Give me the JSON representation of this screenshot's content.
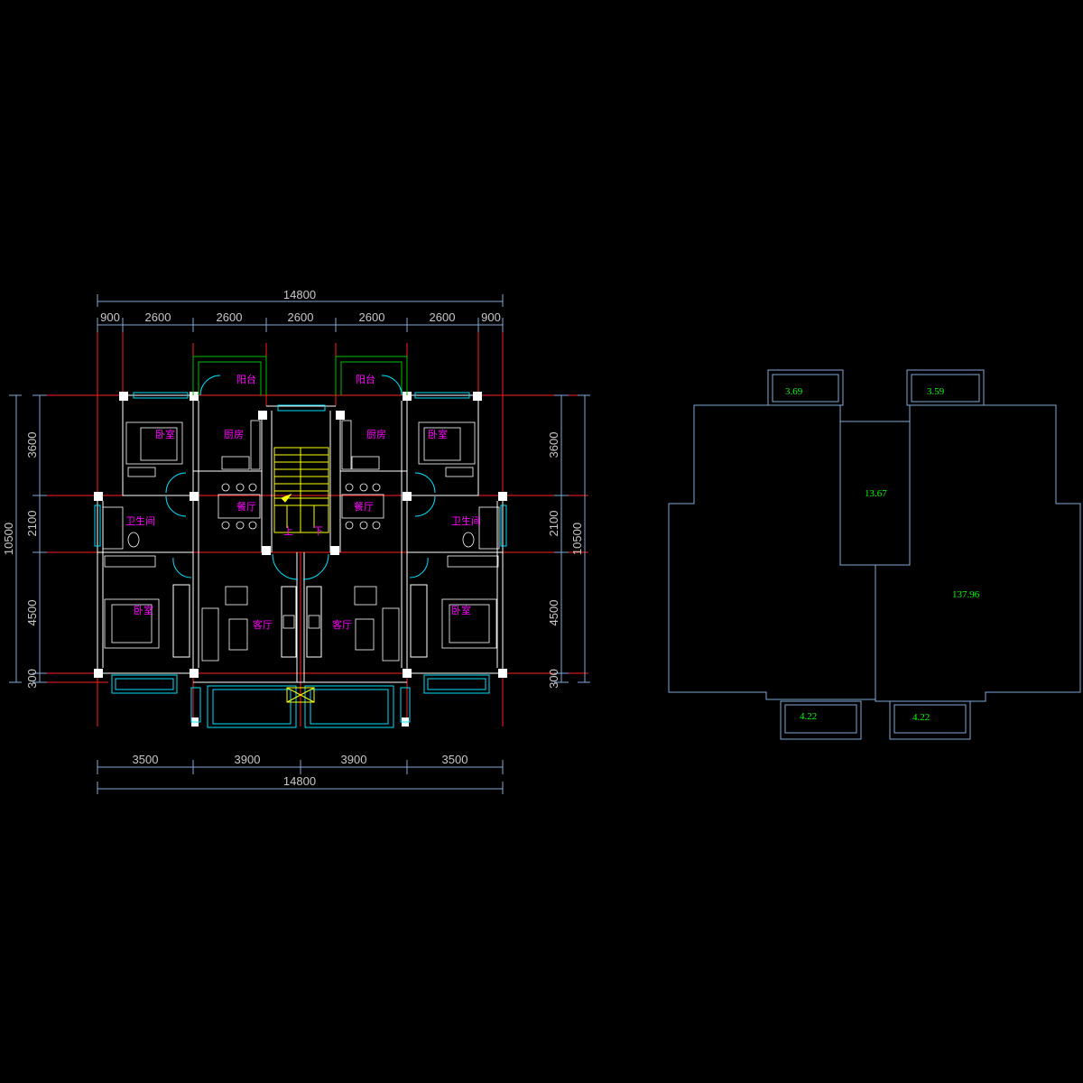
{
  "plan": {
    "top_dims": {
      "overall": "14800",
      "segments": [
        "900",
        "2600",
        "2600",
        "2600",
        "2600",
        "2600",
        "900"
      ]
    },
    "bottom_dims": {
      "overall": "14800",
      "segments": [
        "3500",
        "3900",
        "3900",
        "3500"
      ]
    },
    "left_dims": {
      "overall": "10500",
      "segments": [
        "3600",
        "2100",
        "4500",
        "300"
      ]
    },
    "right_dims": {
      "overall": "10500",
      "segments": [
        "3600",
        "2100",
        "4500",
        "300"
      ]
    },
    "rooms": {
      "balcony_left": "阳台",
      "balcony_right": "阳台",
      "kitchen_left": "厨房",
      "kitchen_right": "厨房",
      "bedroom_nw": "卧室",
      "bedroom_ne": "卧室",
      "dining_left": "餐厅",
      "dining_right": "餐厅",
      "bath_left": "卫生间",
      "bath_right": "卫生间",
      "bedroom_sw": "卧室",
      "bedroom_se": "卧室",
      "living_left": "客厅",
      "living_right": "客厅",
      "stair_up": "上",
      "stair_down": "下"
    }
  },
  "areas": {
    "balcony_nw": "3.69",
    "balcony_ne": "3.59",
    "core": "13.67",
    "main": "137.96",
    "balcony_sw": "4.22",
    "balcony_se": "4.22"
  },
  "colors": {
    "background": "#000000",
    "dimension": "#c8c8c8",
    "wall_fill": "#000000",
    "wall_line": "#ffffff",
    "axis": "#ff0000",
    "window": "#00ffff",
    "room_label": "#ff00ff",
    "area_label": "#00ff00",
    "outline": "#7fa8d8",
    "stairs": "#ffff00",
    "balcony_green": "#00c000"
  }
}
